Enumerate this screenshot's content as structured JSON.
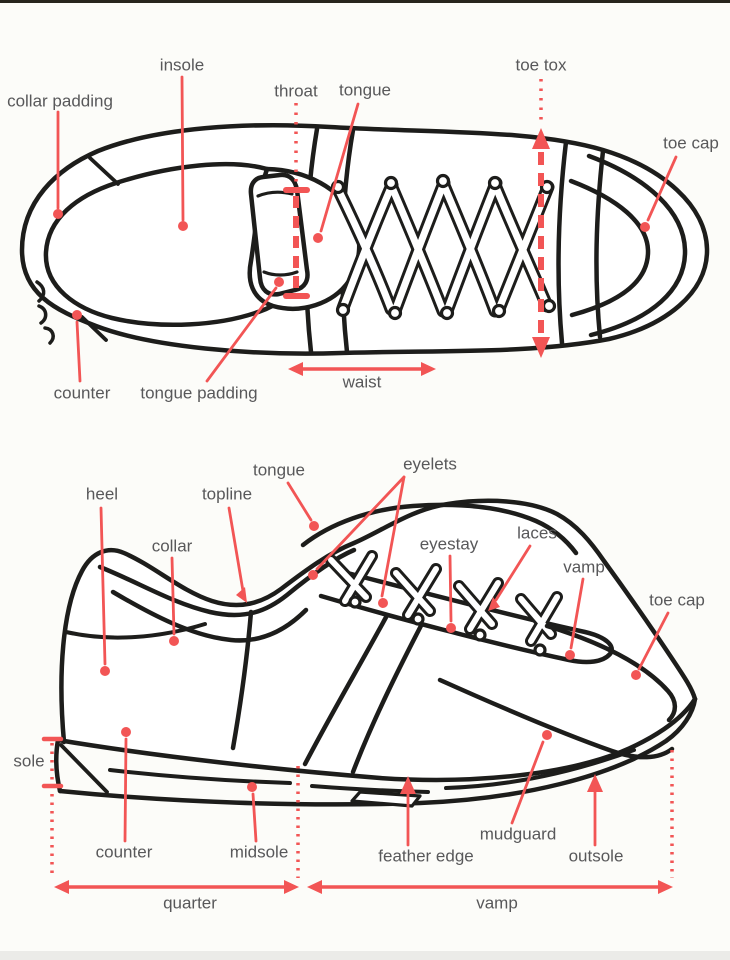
{
  "diagram": {
    "subject": "sneaker anatomy diagram",
    "views": [
      "top view",
      "side view"
    ]
  },
  "top_view": {
    "labels": {
      "collar_padding": "collar padding",
      "insole": "insole",
      "throat": "throat",
      "tongue": "tongue",
      "toe_tox": "toe tox",
      "toe_cap": "toe cap",
      "counter": "counter",
      "tongue_padding": "tongue padding",
      "waist": "waist"
    }
  },
  "side_view": {
    "labels": {
      "heel": "heel",
      "topline": "topline",
      "tongue": "tongue",
      "eyelets": "eyelets",
      "collar": "collar",
      "eyestay": "eyestay",
      "laces": "laces",
      "vamp": "vamp",
      "toe_cap": "toe cap",
      "sole": "sole",
      "counter": "counter",
      "midsole": "midsole",
      "feather_edge": "feather edge",
      "mudguard": "mudguard",
      "outsole": "outsole",
      "quarter": "quarter",
      "vamp_length": "vamp"
    }
  },
  "colors": {
    "annotation_red": "#f25555",
    "line_art": "#1d1d1b",
    "label_text": "#58585a",
    "background": "#fcfcf9"
  }
}
